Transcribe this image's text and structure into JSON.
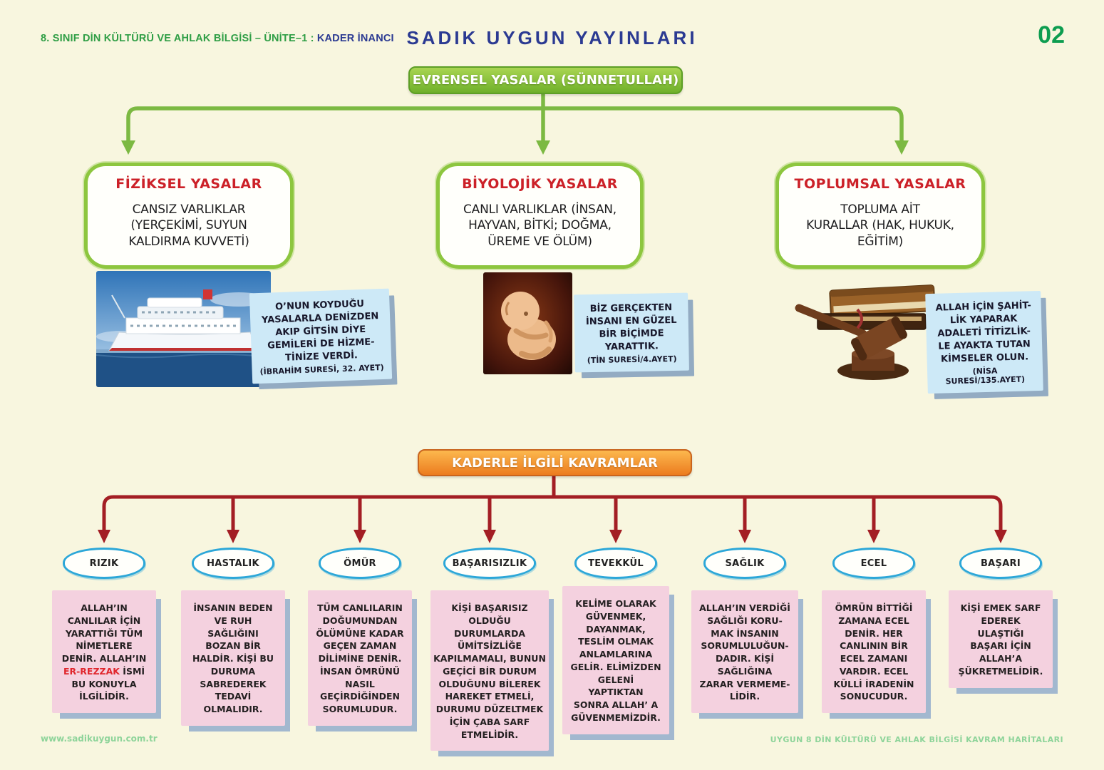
{
  "colors": {
    "background": "#f8f6df",
    "accent_green": "#7cb942",
    "accent_orange": "#ee7d23",
    "accent_dark_red": "#a31e24",
    "title_red": "#cc2128",
    "navy": "#2b3a92",
    "oval_blue": "#2ca7d8",
    "note_blue": "#cde9f7",
    "note_pink": "#f4d1df",
    "footer_green": "#8ed49a"
  },
  "header": {
    "course": "8. SINIF DİN KÜLTÜRÜ VE AHLAK BİLGİSİ – ÜNİTE–1 : ",
    "unit": "KADER İNANCI",
    "publisher": "SADIK UYGUN YAYINLARI",
    "page_number": "02"
  },
  "root": {
    "label": "EVRENSEL YASALAR (SÜNNETULLAH)"
  },
  "branches": [
    {
      "title": "FİZİKSEL YASALAR",
      "body": "CANSIZ VARLIKLAR\n(YERÇEKİMİ, SUYUN\nKALDIRMA KUVVETİ)",
      "image": "cruise-ship-photo",
      "note": "O’NUN KOYDUĞU\nYASALARLA DENİZDEN\nAKIP GİTSİN DİYE\nGEMİLERİ DE HİZME-\nTİNİZE VERDİ.",
      "source": "(İBRAHİM SURESİ, 32. AYET)"
    },
    {
      "title": "BİYOLOJİK YASALAR",
      "body": "CANLI VARLIKLAR (İNSAN,\nHAYVAN, BİTKİ; DOĞMA,\nÜREME VE ÖLÜM)",
      "image": "fetus-photo",
      "note": "BİZ GERÇEKTEN\nİNSANI EN GÜZEL\nBİR BİÇİMDE\nYARATTIK.",
      "source": "(TİN SURESİ/4.AYET)"
    },
    {
      "title": "TOPLUMSAL YASALAR",
      "body": "TOPLUMA AİT\nKURALLAR (HAK, HUKUK,\nEĞİTİM)",
      "image": "gavel-books-photo",
      "note": "ALLAH İÇİN ŞAHİT-\nLİK YAPARAK\nADALETİ TİTİZLİK-\nLE AYAKTA TUTAN\nKİMSELER OLUN.",
      "source": "(NİSA SURESİ/135.AYET)"
    }
  ],
  "concepts_root": {
    "label": "KADERLE İLGİLİ KAVRAMLAR"
  },
  "concepts": [
    {
      "label": "RIZIK",
      "pre": "ALLAH’IN\nCANLILAR İÇİN\nYARATTIĞI TÜM\nNİMETLERE\nDENİR. ALLAH’IN\n",
      "highlight": "ER-REZZAK",
      "post": " İSMİ\nBU KONUYLA\nİLGİLİDİR."
    },
    {
      "label": "HASTALIK",
      "pre": "İNSANIN BEDEN\nVE RUH\nSAĞLIĞINI\nBOZAN BİR\nHALDİR. KİŞİ BU\nDURUMA\nSABREDEREK\nTEDAVİ\nOLMALIDIR.",
      "highlight": "",
      "post": ""
    },
    {
      "label": "ÖMÜR",
      "pre": "TÜM CANLILARIN\nDOĞUMUNDAN\nÖLÜMÜNE KADAR\nGEÇEN ZAMAN\nDİLİMİNE DENİR.\nİNSAN ÖMRÜNÜ\nNASIL\nGEÇİRDİĞİNDEN\nSORUMLUDUR.",
      "highlight": "",
      "post": ""
    },
    {
      "label": "BAŞARISIZLIK",
      "pre": "KİŞİ BAŞARISIZ\nOLDUĞU DURUMLARDA\nÜMİTSİZLİĞE\nKAPILMAMALI, BUNUN\nGEÇİCİ BİR DURUM\nOLDUĞUNU BİLEREK\nHAREKET ETMELİ,\nDURUMU DÜZELTMEK\nİÇİN ÇABA SARF\nETMELİDİR.",
      "highlight": "",
      "post": ""
    },
    {
      "label": "TEVEKKÜL",
      "pre": "KELİME OLARAK\nGÜVENMEK,\nDAYANMAK,\nTESLİM OLMAK\nANLAMLARINA\nGELİR. ELİMİZDEN\nGELENİ\nYAPTIKTAN\nSONRA ALLAH’ A\nGÜVENMEMİZDİR.",
      "highlight": "",
      "post": ""
    },
    {
      "label": "SAĞLIK",
      "pre": "ALLAH’IN VERDİĞİ\nSAĞLIĞI KORU-\nMAK İNSANIN\nSORUMLULUĞUN-\nDADIR. KİŞİ\nSAĞLIĞINA\nZARAR VERMEME-\nLİDİR.",
      "highlight": "",
      "post": ""
    },
    {
      "label": "ECEL",
      "pre": "ÖMRÜN BİTTİĞİ\nZAMANA ECEL\nDENİR. HER\nCANLININ BİR\nECEL ZAMANI\nVARDIR. ECEL\nKÜLLİ İRADENİN\nSONUCUDUR.",
      "highlight": "",
      "post": ""
    },
    {
      "label": "BAŞARI",
      "pre": "KİŞİ EMEK SARF\nEDEREK\nULAŞTIĞI\nBAŞARI İÇİN\nALLAH’A\nŞÜKRETMELİDİR.",
      "highlight": "",
      "post": ""
    }
  ],
  "footer": {
    "website": "www.sadikuygun.com.tr",
    "series": "UYGUN 8 DİN KÜLTÜRÜ VE AHLAK BİLGİSİ KAVRAM HARİTALARI"
  }
}
